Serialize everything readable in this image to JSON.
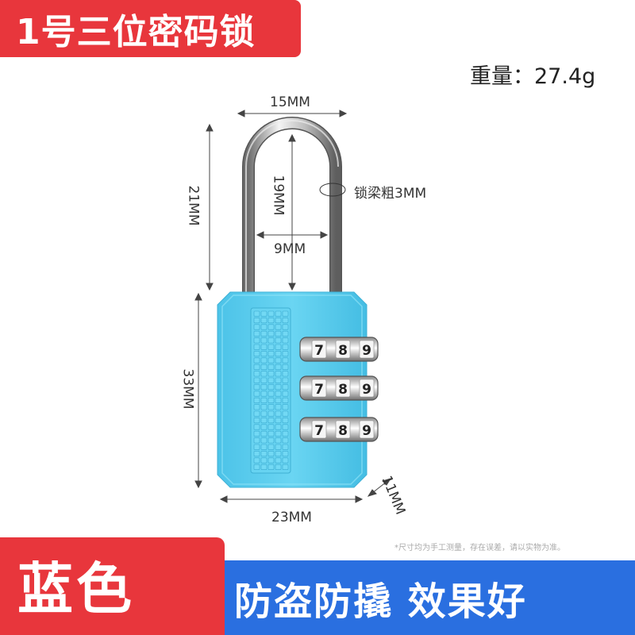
{
  "title": "1号三位密码锁",
  "weight": "重量：27.4g",
  "dimensions": {
    "shackle_width": "15MM",
    "shackle_height": "21MM",
    "inner_height": "19MM",
    "inner_width": "9MM",
    "shackle_thickness": "锁梁粗3MM",
    "body_height": "33MM",
    "body_width": "23MM",
    "body_depth": "11MM"
  },
  "dial_digits": [
    "7",
    "8",
    "9"
  ],
  "note": "*尺寸均为手工测量，存在误差，请以实物为准。",
  "color_label": "蓝色",
  "slogan": "防盗防撬 效果好",
  "colors": {
    "banner_red": "#e8363c",
    "banner_blue": "#2a6fe0",
    "lock_body": "#5ccfee"
  }
}
